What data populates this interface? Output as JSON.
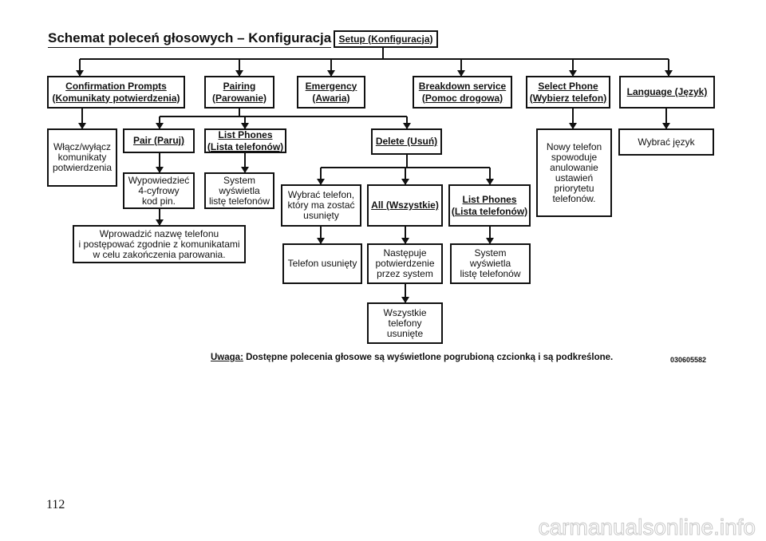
{
  "title": "Schemat poleceń głosowych – Konfiguracja",
  "nodes": {
    "setup": [
      "Setup (Konfiguracja)"
    ],
    "confirmation": [
      "Confirmation Prompts",
      "(Komunikaty potwierdzenia)"
    ],
    "pairing": [
      "Pairing",
      "(Parowanie)"
    ],
    "emergency": [
      "Emergency",
      "(Awaria)"
    ],
    "breakdown": [
      "Breakdown service",
      "(Pomoc drogowa)"
    ],
    "select_phone": [
      "Select Phone",
      "(Wybierz telefon)"
    ],
    "language": [
      "Language (Język)"
    ],
    "onoff_prompts": [
      "Włącz/wyłącz",
      "komunikaty",
      "potwierdzenia"
    ],
    "pair": [
      "Pair (Paruj)"
    ],
    "list_phones": [
      "List Phones",
      "(Lista telefonów)"
    ],
    "delete": [
      "Delete (Usuń)"
    ],
    "new_phone": [
      "Nowy telefon",
      "spowoduje",
      "anulowanie",
      "ustawień",
      "priorytetu",
      "telefonów."
    ],
    "choose_language": [
      "Wybrać język"
    ],
    "say_pin": [
      "Wypowiedzieć",
      "4-cyfrowy",
      "kod pin."
    ],
    "system_lists_1": [
      "System",
      "wyświetla",
      "listę telefonów"
    ],
    "enter_name": [
      "Wprowadzić nazwę telefonu",
      "i postępować zgodnie z komunikatami",
      "w celu zakończenia parowania."
    ],
    "choose_phone": [
      "Wybrać telefon,",
      "który ma zostać",
      "usunięty"
    ],
    "all": [
      "All (Wszystkie)"
    ],
    "list_phones_2": [
      "List Phones",
      "(Lista telefonów)"
    ],
    "phone_deleted": [
      "Telefon usunięty"
    ],
    "system_confirm": [
      "Następuje",
      "potwierdzenie",
      "przez system"
    ],
    "system_lists_2": [
      "System",
      "wyświetla",
      "listę telefonów"
    ],
    "all_deleted": [
      "Wszystkie",
      "telefony",
      "usunięte"
    ]
  },
  "note": {
    "label": "Uwaga:",
    "text": " Dostępne polecenia głosowe są wyświetlone pogrubioną czcionką i są podkreślone."
  },
  "code": "030605582",
  "page_number": "112",
  "watermark": "carmanualsonline.info"
}
